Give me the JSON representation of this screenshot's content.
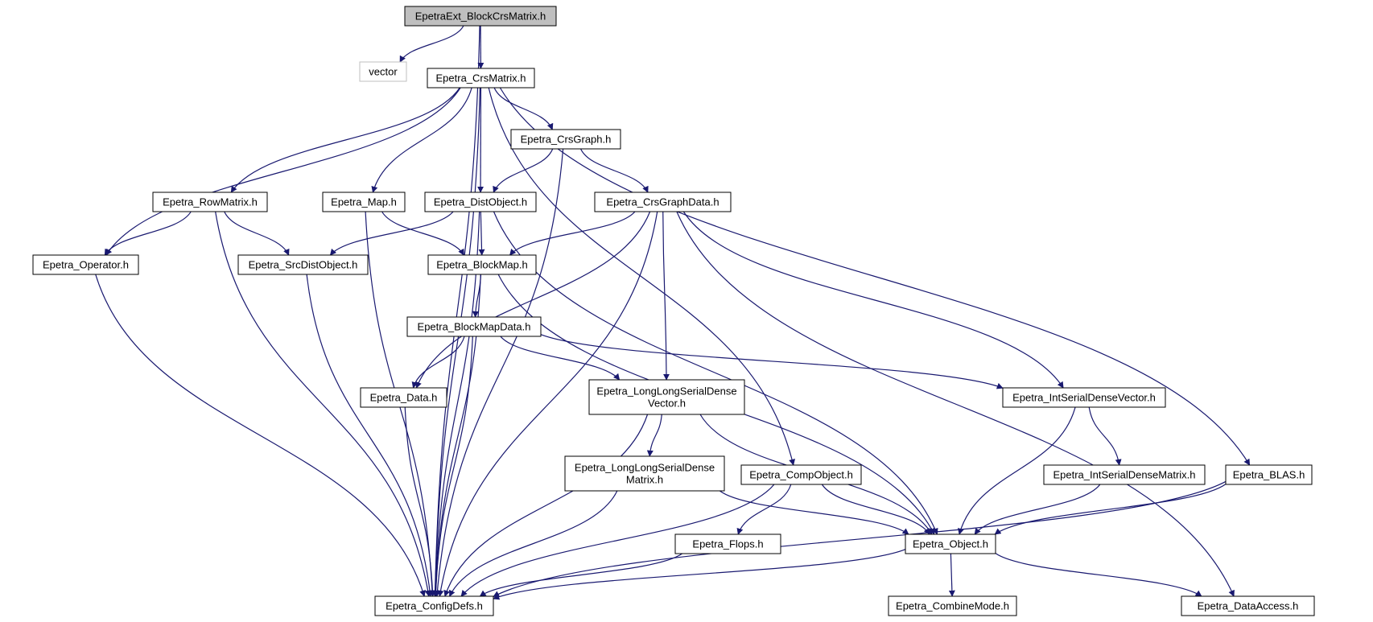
{
  "graph": {
    "nodes": [
      {
        "id": "root",
        "lines": [
          "EpetraExt_BlockCrsMatrix.h"
        ],
        "style": "root"
      },
      {
        "id": "vector",
        "lines": [
          "vector"
        ],
        "style": "external"
      },
      {
        "id": "crsmatrix",
        "lines": [
          "Epetra_CrsMatrix.h"
        ],
        "style": "normal"
      },
      {
        "id": "crsgraph",
        "lines": [
          "Epetra_CrsGraph.h"
        ],
        "style": "normal"
      },
      {
        "id": "rowmatrix",
        "lines": [
          "Epetra_RowMatrix.h"
        ],
        "style": "normal"
      },
      {
        "id": "map",
        "lines": [
          "Epetra_Map.h"
        ],
        "style": "normal"
      },
      {
        "id": "distobject",
        "lines": [
          "Epetra_DistObject.h"
        ],
        "style": "normal"
      },
      {
        "id": "crsgraphdata",
        "lines": [
          "Epetra_CrsGraphData.h"
        ],
        "style": "normal"
      },
      {
        "id": "operator",
        "lines": [
          "Epetra_Operator.h"
        ],
        "style": "normal"
      },
      {
        "id": "srcdistobject",
        "lines": [
          "Epetra_SrcDistObject.h"
        ],
        "style": "normal"
      },
      {
        "id": "blockmap",
        "lines": [
          "Epetra_BlockMap.h"
        ],
        "style": "normal"
      },
      {
        "id": "blockmapdata",
        "lines": [
          "Epetra_BlockMapData.h"
        ],
        "style": "normal"
      },
      {
        "id": "data",
        "lines": [
          "Epetra_Data.h"
        ],
        "style": "normal"
      },
      {
        "id": "llsdv",
        "lines": [
          "Epetra_LongLongSerialDense",
          "Vector.h"
        ],
        "style": "normal"
      },
      {
        "id": "isdv",
        "lines": [
          "Epetra_IntSerialDenseVector.h"
        ],
        "style": "normal"
      },
      {
        "id": "llsdm",
        "lines": [
          "Epetra_LongLongSerialDense",
          "Matrix.h"
        ],
        "style": "normal"
      },
      {
        "id": "compobject",
        "lines": [
          "Epetra_CompObject.h"
        ],
        "style": "normal"
      },
      {
        "id": "isdm",
        "lines": [
          "Epetra_IntSerialDenseMatrix.h"
        ],
        "style": "normal"
      },
      {
        "id": "blas",
        "lines": [
          "Epetra_BLAS.h"
        ],
        "style": "normal"
      },
      {
        "id": "flops",
        "lines": [
          "Epetra_Flops.h"
        ],
        "style": "normal"
      },
      {
        "id": "object",
        "lines": [
          "Epetra_Object.h"
        ],
        "style": "normal"
      },
      {
        "id": "configdefs",
        "lines": [
          "Epetra_ConfigDefs.h"
        ],
        "style": "normal"
      },
      {
        "id": "combinemode",
        "lines": [
          "Epetra_CombineMode.h"
        ],
        "style": "normal"
      },
      {
        "id": "dataaccess",
        "lines": [
          "Epetra_DataAccess.h"
        ],
        "style": "normal"
      }
    ],
    "edges": [
      [
        "root",
        "vector"
      ],
      [
        "root",
        "crsmatrix"
      ],
      [
        "root",
        "configdefs"
      ],
      [
        "crsmatrix",
        "crsgraph"
      ],
      [
        "crsmatrix",
        "rowmatrix"
      ],
      [
        "crsmatrix",
        "map"
      ],
      [
        "crsmatrix",
        "distobject"
      ],
      [
        "crsmatrix",
        "operator"
      ],
      [
        "crsmatrix",
        "configdefs"
      ],
      [
        "crsmatrix",
        "compobject"
      ],
      [
        "crsmatrix",
        "blas"
      ],
      [
        "crsgraph",
        "distobject"
      ],
      [
        "crsgraph",
        "crsgraphdata"
      ],
      [
        "crsgraph",
        "configdefs"
      ],
      [
        "rowmatrix",
        "operator"
      ],
      [
        "rowmatrix",
        "srcdistobject"
      ],
      [
        "rowmatrix",
        "configdefs"
      ],
      [
        "map",
        "blockmap"
      ],
      [
        "map",
        "configdefs"
      ],
      [
        "distobject",
        "srcdistobject"
      ],
      [
        "distobject",
        "blockmap"
      ],
      [
        "distobject",
        "configdefs"
      ],
      [
        "distobject",
        "object"
      ],
      [
        "crsgraphdata",
        "blockmap"
      ],
      [
        "crsgraphdata",
        "data"
      ],
      [
        "crsgraphdata",
        "configdefs"
      ],
      [
        "crsgraphdata",
        "llsdv"
      ],
      [
        "crsgraphdata",
        "isdv"
      ],
      [
        "crsgraphdata",
        "dataaccess"
      ],
      [
        "operator",
        "configdefs"
      ],
      [
        "srcdistobject",
        "configdefs"
      ],
      [
        "blockmap",
        "blockmapdata"
      ],
      [
        "blockmap",
        "configdefs"
      ],
      [
        "blockmap",
        "object"
      ],
      [
        "blockmapdata",
        "data"
      ],
      [
        "blockmapdata",
        "llsdv"
      ],
      [
        "blockmapdata",
        "isdv"
      ],
      [
        "blockmapdata",
        "configdefs"
      ],
      [
        "data",
        "configdefs"
      ],
      [
        "llsdv",
        "llsdm"
      ],
      [
        "llsdv",
        "configdefs"
      ],
      [
        "llsdv",
        "object"
      ],
      [
        "isdv",
        "isdm"
      ],
      [
        "isdv",
        "object"
      ],
      [
        "llsdm",
        "configdefs"
      ],
      [
        "llsdm",
        "object"
      ],
      [
        "compobject",
        "flops"
      ],
      [
        "compobject",
        "object"
      ],
      [
        "compobject",
        "configdefs"
      ],
      [
        "isdm",
        "object"
      ],
      [
        "blas",
        "object"
      ],
      [
        "blas",
        "configdefs"
      ],
      [
        "flops",
        "configdefs"
      ],
      [
        "object",
        "configdefs"
      ],
      [
        "object",
        "combinemode"
      ],
      [
        "object",
        "dataaccess"
      ]
    ]
  },
  "colors": {
    "edge": "#191970",
    "node_border": "#000000",
    "node_fill": "#ffffff",
    "root_fill": "#bfbfbf",
    "external_border": "#bfbfbf"
  }
}
